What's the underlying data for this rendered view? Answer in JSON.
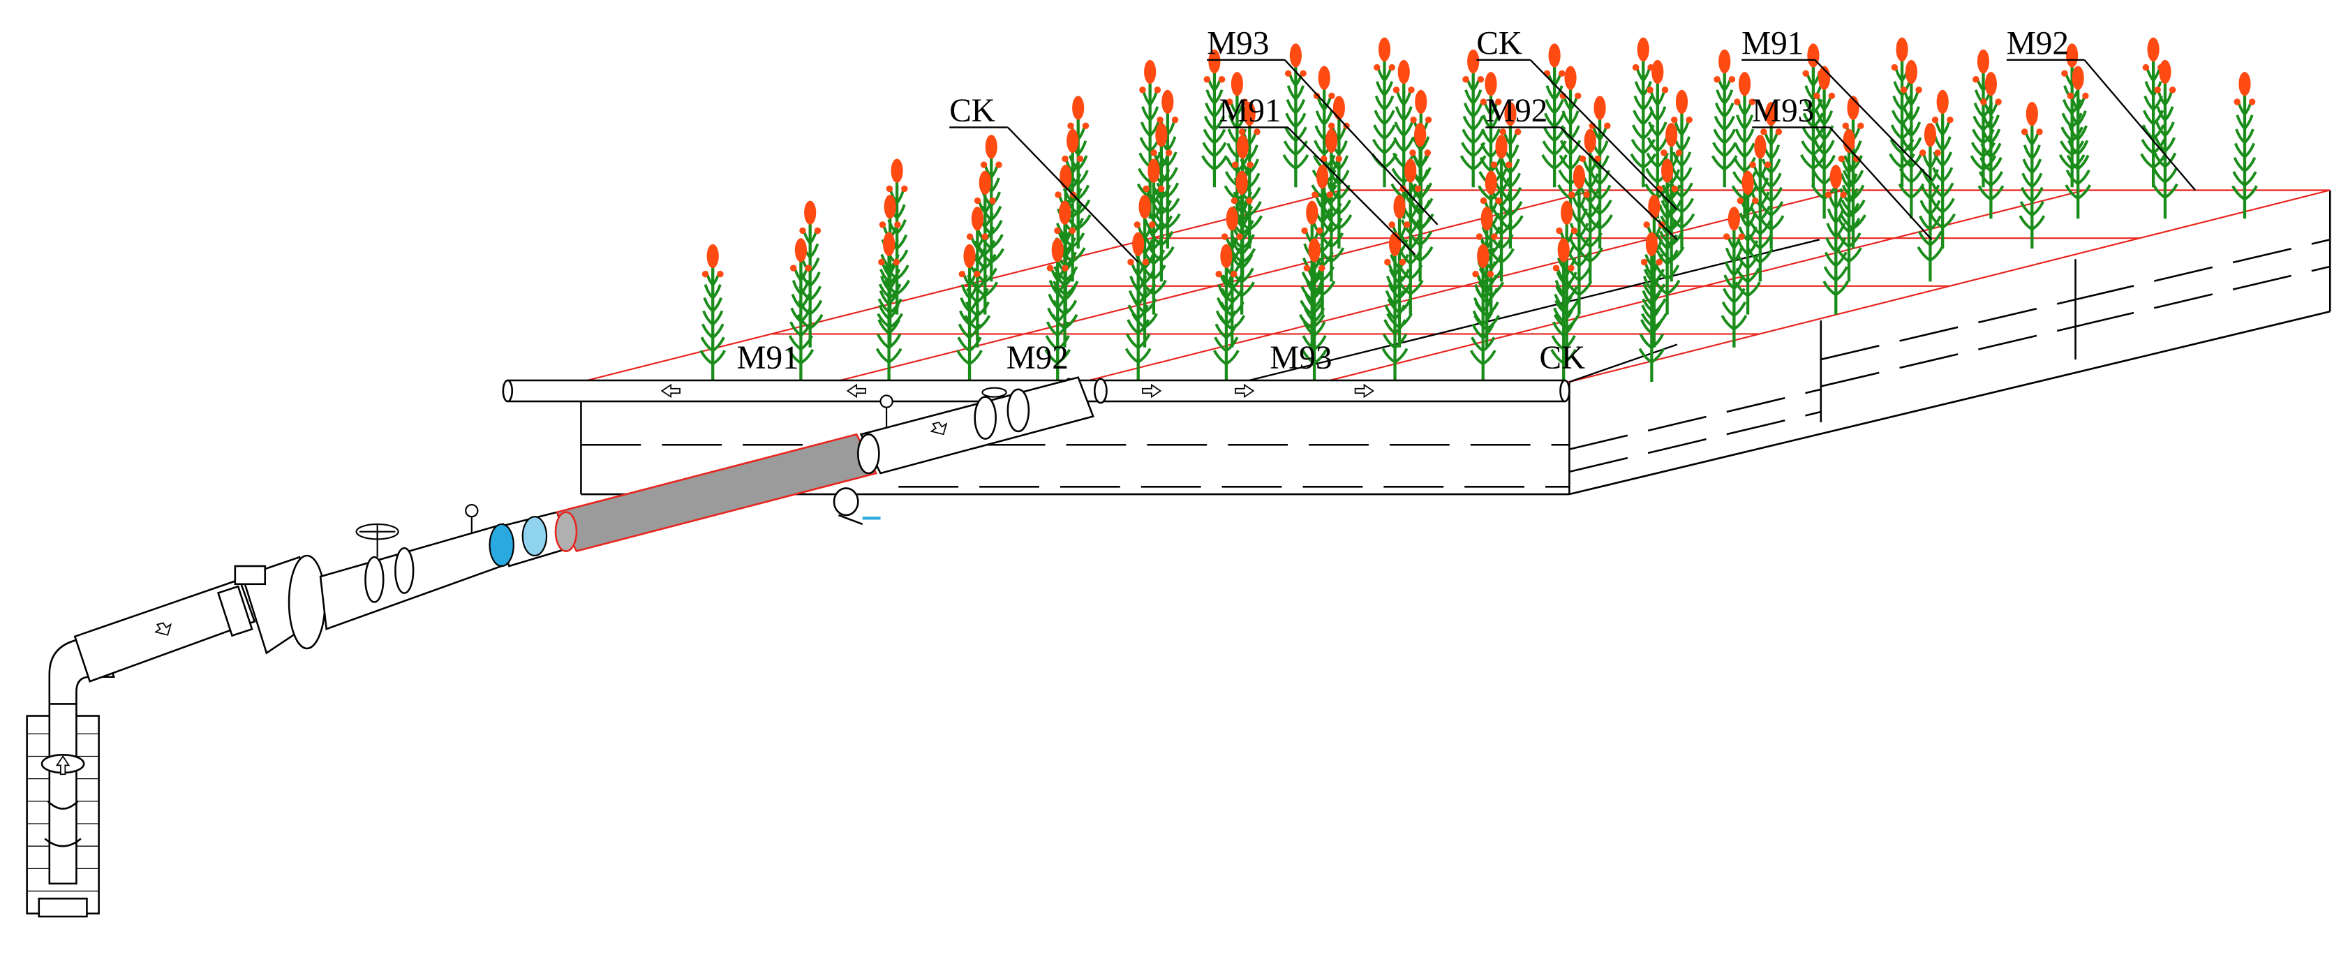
{
  "colors": {
    "plot_border": "#e8251f",
    "stem": "#1a8c1a",
    "flower": "#ff4a12",
    "filter_screen": "#29a9e0",
    "filter_mesh": "#9b9b9b",
    "line": "#000000"
  },
  "labels": {
    "top_row": [
      "M93",
      "CK",
      "M91",
      "M92"
    ],
    "middle_row": [
      "CK",
      "M91",
      "M92",
      "M93"
    ],
    "front_row": [
      "M91",
      "M92",
      "M93",
      "CK"
    ]
  },
  "icons": [
    "pump-well-icon",
    "pressure-gauge-icon",
    "valve-handwheel-icon",
    "screen-filter-icon",
    "flow-arrow-icon",
    "maize-plant-icon"
  ]
}
